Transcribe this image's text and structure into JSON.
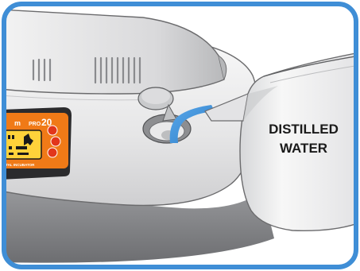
{
  "illustration": {
    "pitcher_label_line1": "DISTILLED",
    "pitcher_label_line2": "WATER",
    "device_brand_suffix": "PRO",
    "device_model": "20",
    "device_brand_prefix": "m",
    "panel_caption": "ITAL INCUBATOR",
    "colors": {
      "frame_border": "#3f8ed6",
      "device_body": "#e9e9ea",
      "panel_bg": "#f07a17",
      "display": "#ffd23a",
      "water_stream": "#3a8fd9"
    }
  }
}
